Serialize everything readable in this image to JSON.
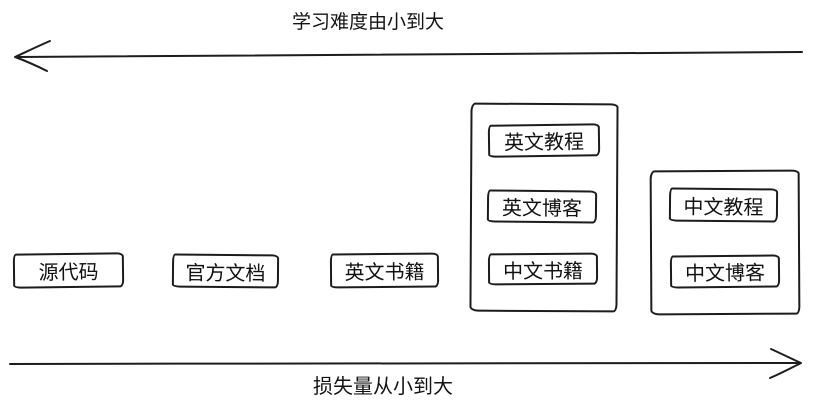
{
  "diagram": {
    "top_axis": {
      "label": "学习难度由小到大",
      "direction": "left"
    },
    "bottom_axis": {
      "label": "损失量从小到大",
      "direction": "right"
    },
    "standalone_boxes": [
      {
        "label": "源代码"
      },
      {
        "label": "官方文档"
      },
      {
        "label": "英文书籍"
      }
    ],
    "group_1": {
      "items": [
        {
          "label": "英文教程"
        },
        {
          "label": "英文博客"
        },
        {
          "label": "中文书籍"
        }
      ]
    },
    "group_2": {
      "items": [
        {
          "label": "中文教程"
        },
        {
          "label": "中文博客"
        }
      ]
    },
    "colors": {
      "stroke": "#1d1d1d",
      "background": "#ffffff"
    }
  }
}
